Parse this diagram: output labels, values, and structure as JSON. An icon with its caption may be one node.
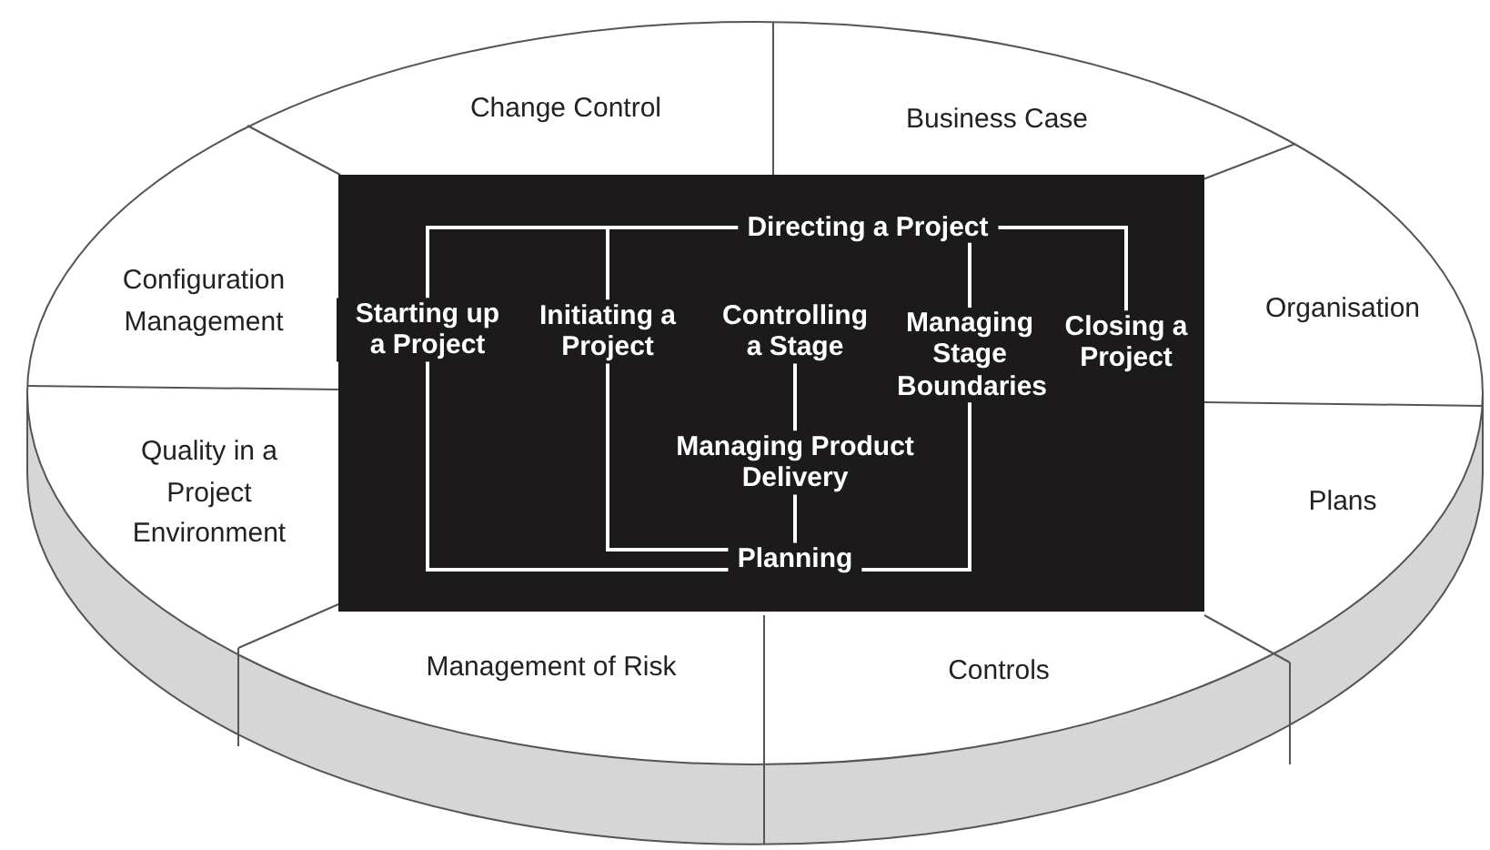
{
  "diagram": {
    "nodes": [
      {
        "text": [
          "Change Control"
        ]
      },
      {
        "text": [
          "Business Case"
        ]
      },
      {
        "text": [
          "Configuration Management"
        ]
      },
      {
        "text": [
          "Organisation"
        ]
      },
      {
        "text": [
          "Quality in a Project Environment"
        ]
      },
      {
        "text": [
          "Plans"
        ]
      },
      {
        "text": [
          "Management of Risk"
        ]
      },
      {
        "text": [
          "Controls"
        ]
      },
      {
        "text": [
          "Directing a Project"
        ]
      },
      {
        "text": [
          "Starting up a Project"
        ]
      },
      {
        "text": [
          "Initiating a Project"
        ]
      },
      {
        "text": [
          "Controlling a Stage"
        ]
      },
      {
        "text": [
          "Managing Stage Boundaries"
        ]
      },
      {
        "text": [
          "Closing a Project"
        ]
      },
      {
        "text": [
          "Managing Product Delivery"
        ]
      },
      {
        "text": [
          "Planning"
        ]
      }
    ],
    "edges": [
      {
        "from": 8,
        "to": 9,
        "arrow": "none"
      },
      {
        "from": 8,
        "to": 10,
        "arrow": "none"
      },
      {
        "from": 8,
        "to": 12,
        "arrow": "none"
      },
      {
        "from": 8,
        "to": 13,
        "arrow": "none"
      },
      {
        "from": 11,
        "to": 14,
        "arrow": "none"
      },
      {
        "from": 14,
        "to": 15,
        "arrow": "none"
      },
      {
        "from": 9,
        "to": 15,
        "arrow": "none"
      },
      {
        "from": 10,
        "to": 15,
        "arrow": "none"
      },
      {
        "from": 12,
        "to": 15,
        "arrow": "none"
      }
    ]
  }
}
